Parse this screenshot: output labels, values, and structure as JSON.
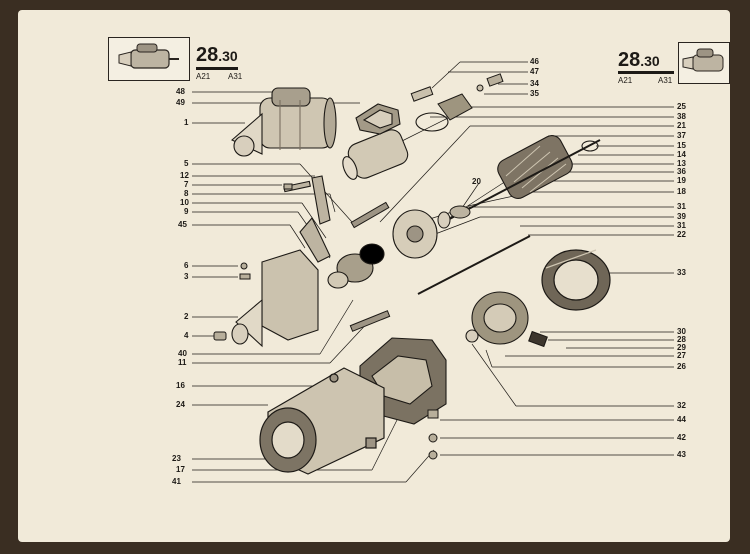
{
  "header_left": {
    "ref_main": "28",
    "ref_sub": ".30",
    "model_a": "A21",
    "model_b": "A31"
  },
  "header_right": {
    "ref_main": "28",
    "ref_sub": ".30",
    "model_a": "A21",
    "model_b": "A31"
  },
  "callouts_left": [
    "48",
    "49",
    "1",
    "5",
    "12",
    "7",
    "8",
    "10",
    "9",
    "45",
    "6",
    "3",
    "2",
    "4",
    "40",
    "11",
    "16",
    "24",
    "23",
    "17",
    "41"
  ],
  "callouts_right": [
    "46",
    "47",
    "34",
    "35",
    "25",
    "38",
    "21",
    "37",
    "15",
    "14",
    "13",
    "36",
    "19",
    "18",
    "31",
    "39",
    "31",
    "22",
    "33",
    "30",
    "28",
    "29",
    "27",
    "26",
    "32",
    "44",
    "42",
    "43"
  ],
  "callout_20": "20",
  "colors": {
    "paper": "#f1ead9",
    "ink": "#1d1a16",
    "background": "#3a2e22"
  }
}
